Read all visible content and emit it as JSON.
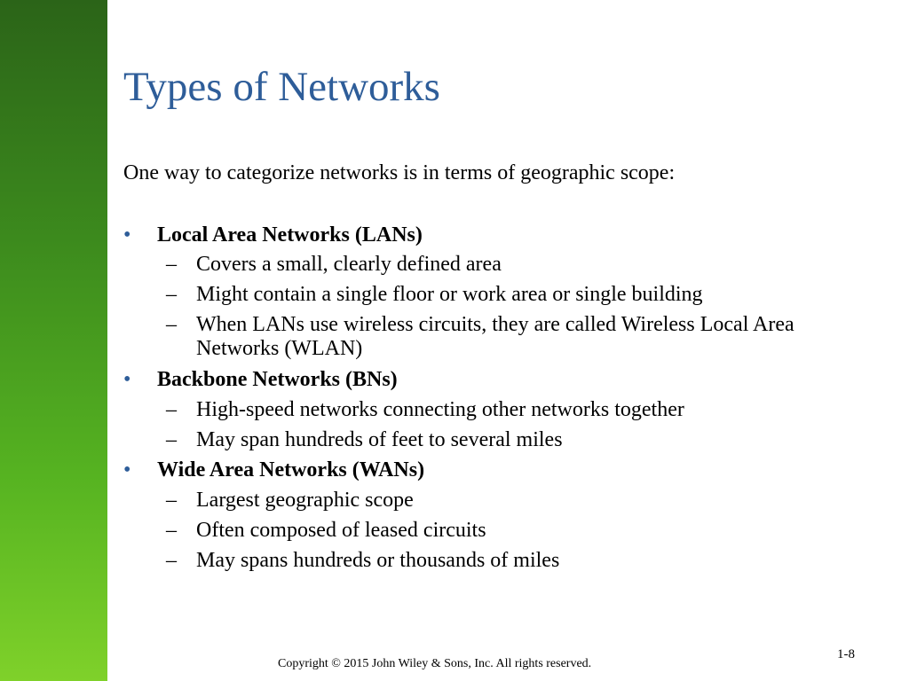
{
  "slide": {
    "title": "Types of Networks",
    "intro": "One way to categorize networks is in terms of geographic scope:",
    "bullet_symbol": "•",
    "dash_symbol": "–",
    "sections": [
      {
        "heading": "Local Area Networks (LANs)",
        "items": [
          "Covers a small, clearly defined area",
          "Might contain a single floor or work area or single building",
          "When LANs use wireless circuits, they are called Wireless Local Area Networks (WLAN)"
        ]
      },
      {
        "heading": "Backbone Networks (BNs)",
        "items": [
          "High-speed networks connecting other networks together",
          "May span hundreds of feet to several miles"
        ]
      },
      {
        "heading": "Wide Area Networks (WANs)",
        "items": [
          "Largest geographic scope",
          "Often composed of leased circuits",
          "May spans hundreds or thousands of miles"
        ]
      }
    ],
    "page_number": "1-8",
    "copyright": "Copyright © 2015 John Wiley & Sons, Inc. All rights reserved."
  },
  "colors": {
    "title": "#2e5d99",
    "bullet": "#2e5d99",
    "sidebar_top": "#2b6418",
    "sidebar_bottom": "#7fd12a"
  }
}
